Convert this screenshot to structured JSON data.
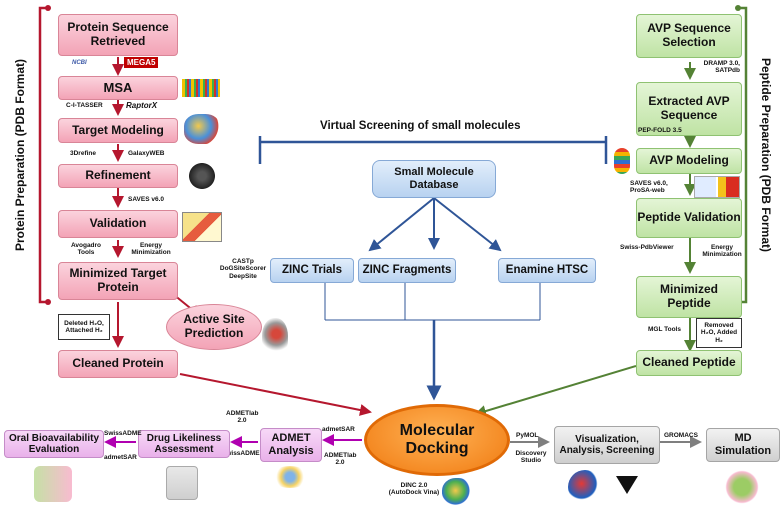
{
  "side_labels": {
    "left": "Protein Preparation (PDB Format)",
    "right": "Peptide Preparation (PDB Format)"
  },
  "protein": {
    "seq": "Protein Sequence Retrieved",
    "ncbi": "NCBI",
    "mega": "MEGA5",
    "msa": "MSA",
    "itasser": "C-I-TASSER",
    "raptorx": "RaptorX",
    "target": "Target Modeling",
    "refine3d": "3Drefine",
    "galaxy": "GalaxyWEB",
    "refinement": "Refinement",
    "saves": "SAVES v6.0",
    "validation": "Validation",
    "avogadro": "Avogadro Tools",
    "energy": "Energy Minimization",
    "minimized": "Minimized Target Protein",
    "note": "Deleted H₂O, Attached H₂",
    "cleaned": "Cleaned Protein",
    "castp": "CASTp DoGSiteScorer DeepSite",
    "active_site": "Active Site Prediction"
  },
  "screening": {
    "title": "Virtual Screening of small molecules",
    "database": "Small Molecule Database",
    "zinc_trials": "ZINC Trials",
    "zinc_fragments": "ZINC Fragments",
    "enamine": "Enamine HTSC"
  },
  "peptide": {
    "avp_sel": "AVP Sequence Selection",
    "dramp": "DRAMP 3.0, SATPdb",
    "extracted": "Extracted AVP Sequence",
    "pepfold": "PEP-FOLD 3.5",
    "avp_model": "AVP Modeling",
    "saves": "SAVES v6.0, ProSA-web",
    "validation": "Peptide Validation",
    "swiss": "Swiss-PdbViewer",
    "energy": "Energy Minimization",
    "minimized": "Minimized Peptide",
    "mgl": "MGL Tools",
    "note": "Removed H₂O, Added H₂",
    "cleaned": "Cleaned Peptide"
  },
  "bottom": {
    "docking": "Molecular Docking",
    "dinc": "DINC 2.0 (AutoDock Vina)",
    "admet": "ADMET Analysis",
    "admetsar_in": "admetSAR",
    "admetlab_in": "ADMETlab 2.0",
    "drug": "Drug Likeliness Assessment",
    "admetlab_d": "ADMETlab 2.0",
    "swissadme_d": "SwissADME",
    "oral": "Oral Bioavailability Evaluation",
    "swissadme_o": "SwissADME",
    "admetsar_o": "admetSAR",
    "pymol": "PyMOL",
    "discovery": "Discovery Studio",
    "visual": "Visualization, Analysis, Screening",
    "gromacs": "GROMACS",
    "md": "MD Simulation"
  },
  "colors": {
    "protein_line": "#b5172e",
    "peptide_line": "#548235",
    "screen_line": "#2f5597",
    "admet_arrow": "#b000b0",
    "grey_arrow": "#7f7f7f"
  }
}
